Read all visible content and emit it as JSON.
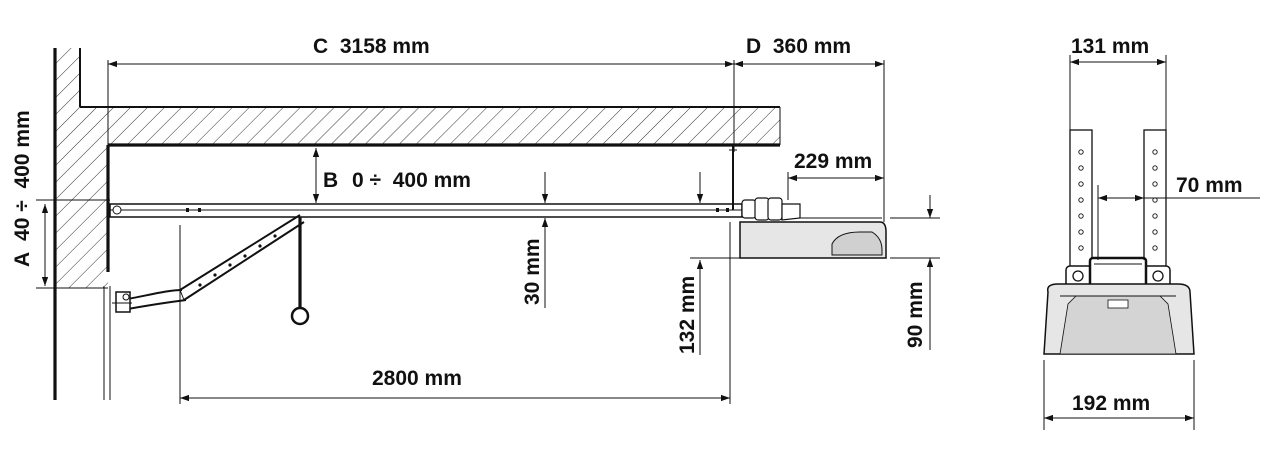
{
  "drawing": {
    "dim_c": "C  3158 mm",
    "dim_d": "D  360 mm",
    "dim_b_letter": "B",
    "dim_b_value": "0 ÷  400 mm",
    "dim_a": "A  40 ÷  400 mm",
    "dim_229": "229 mm",
    "dim_30": "30 mm",
    "dim_132": "132 mm",
    "dim_90": "90 mm",
    "dim_2800": "2800 mm",
    "dim_131": "131 mm",
    "dim_70": "70 mm",
    "dim_192": "192 mm"
  },
  "colors": {
    "line": "#111111",
    "motor_fill": "#e6e6e6",
    "hatch": "#333333"
  }
}
